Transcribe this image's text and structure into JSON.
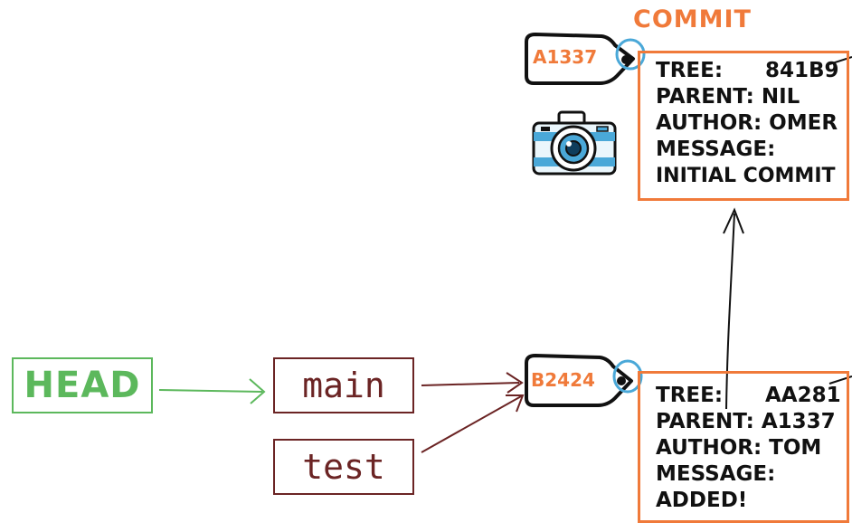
{
  "diagram_label": "COMMIT",
  "head": {
    "label": "HEAD"
  },
  "branches": [
    {
      "label": "main"
    },
    {
      "label": "test"
    }
  ],
  "commits": [
    {
      "tag": "A1337",
      "lines": [
        "TREE:",
        "841B9",
        "PARENT: NIL",
        "AUTHOR: OMER",
        "MESSAGE:",
        "INITIAL COMMIT"
      ]
    },
    {
      "tag": "B2424",
      "lines": [
        "TREE:",
        "AA281",
        "PARENT: A1337",
        "AUTHOR: TOM",
        "MESSAGE:",
        "ADDED!"
      ]
    }
  ],
  "colors": {
    "head": "#5cb85c",
    "branch": "#6b2424",
    "commit": "#f07a3a",
    "tag_ring": "#4aa8d8",
    "ink": "#111111"
  },
  "icons": [
    "camera-icon"
  ]
}
